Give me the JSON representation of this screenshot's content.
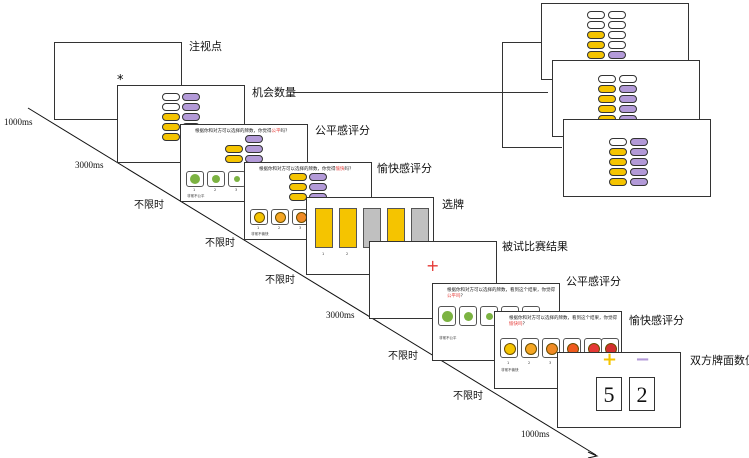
{
  "labels": {
    "fixation": "注视点",
    "chances": "机会数量",
    "fairness1": "公平感评分",
    "pleasure1": "愉快感评分",
    "choose": "选牌",
    "result": "被试比赛结果",
    "fairness2": "公平感评分",
    "pleasure2": "愉快感评分",
    "values": "双方牌面数值"
  },
  "times": [
    "1000ms",
    "3000ms",
    "不限时",
    "不限时",
    "不限时",
    "3000ms",
    "不限时",
    "不限时",
    "1000ms"
  ],
  "fixation_symbol": "*",
  "cross_symbol": "+",
  "q1_prefix": "根据你和对方可以选择的牌数，你觉得",
  "q1_red": "公平",
  "q1_suffix": "吗？",
  "q2_prefix": "根据你和对方可以选择的牌数，你觉得",
  "q2_red": "愉快",
  "q2_suffix": "吗？",
  "q3_prefix": "根据你和对方可以选择的牌数，看到这个结果，你觉得",
  "q3_red": "公平吗",
  "q3_suffix": "？",
  "q4_prefix": "根据你和对方可以选择的牌数，看到这个结果，你觉得",
  "q4_red": "愉快吗",
  "q4_suffix": "？",
  "scale_low_fair": "非常不公平",
  "scale_low_happy": "非常不愉快",
  "scale_nums": [
    "1",
    "2",
    "3"
  ],
  "card_nums": [
    "1",
    "2"
  ],
  "plus_sign": "+",
  "minus_sign": "−",
  "value_left": "5",
  "value_right": "2",
  "colors": {
    "yellow": "#f5c400",
    "purple": "#b39ad8",
    "gray": "#c0c0c0",
    "green": "#7cb342",
    "orange": "#f08a24",
    "red": "#e53935"
  }
}
